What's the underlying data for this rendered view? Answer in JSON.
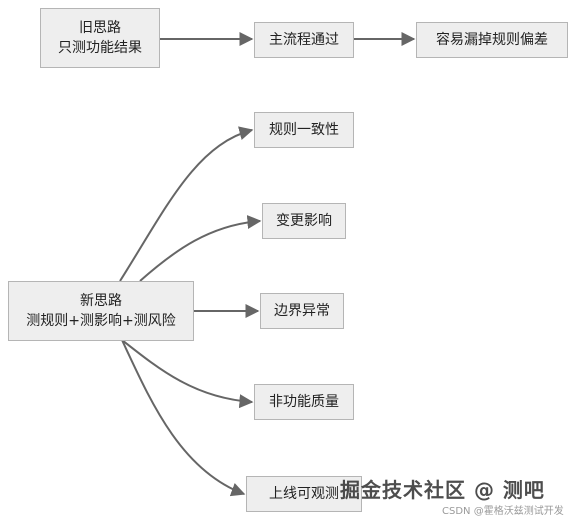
{
  "nodes": {
    "old_path": {
      "line1": "旧思路",
      "line2": "只测功能结果"
    },
    "main_flow": {
      "label": "主流程通过"
    },
    "rule_bias": {
      "label": "容易漏掉规则偏差"
    },
    "new_path": {
      "line1": "新思路",
      "line2": "测规则+测影响+测风险"
    },
    "rule_consistency": {
      "label": "规则一致性"
    },
    "change_impact": {
      "label": "变更影响"
    },
    "boundary_exception": {
      "label": "边界异常"
    },
    "non_functional_quality": {
      "label": "非功能质量"
    },
    "post_launch_observation": {
      "label": "上线可观测"
    }
  },
  "watermark": {
    "main": "掘金技术社区 @ 测吧",
    "csdn": "CSDN @霍格沃兹测试开发"
  },
  "colors": {
    "node_fill": "#eeeeee",
    "node_border": "#b5b5b5",
    "edge": "#666666"
  }
}
